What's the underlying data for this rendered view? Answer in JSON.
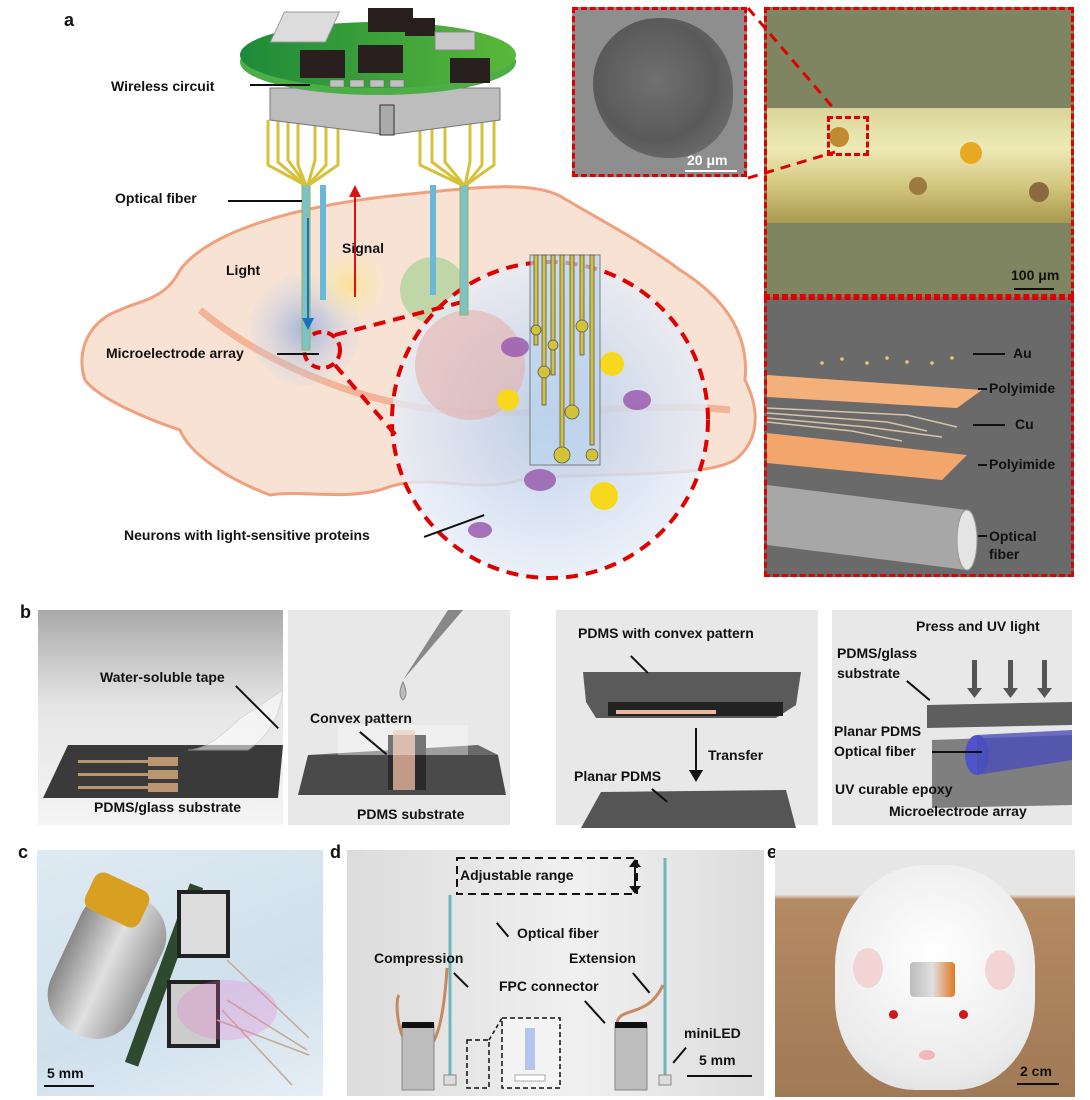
{
  "figure": {
    "panels": {
      "a": {
        "letter": "a",
        "labels": {
          "wireless_circuit": "Wireless circuit",
          "optical_fiber": "Optical fiber",
          "light": "Light",
          "signal": "Signal",
          "microelectrode_array": "Microelectrode array",
          "neurons": "Neurons with light-sensitive proteins"
        },
        "sem_inset": {
          "scale": "20 μm"
        },
        "micrograph": {
          "scale": "100 μm"
        },
        "layers": [
          "Au",
          "Polyimide",
          "Cu",
          "Polyimide",
          "Optical fiber"
        ]
      },
      "b": {
        "letter": "b",
        "steps": [
          {
            "labels": [
              "Water-soluble tape",
              "PDMS/glass substrate"
            ]
          },
          {
            "labels": [
              "Convex pattern",
              "PDMS substrate"
            ]
          },
          {
            "labels": [
              "PDMS with convex pattern",
              "Transfer",
              "Planar PDMS"
            ]
          },
          {
            "labels": [
              "Press and UV light",
              "PDMS/glass substrate",
              "Planar PDMS",
              "Optical fiber",
              "UV curable epoxy",
              "Microelectrode array"
            ]
          }
        ]
      },
      "c": {
        "letter": "c",
        "scale": "5 mm"
      },
      "d": {
        "letter": "d",
        "labels": {
          "adjustable_range": "Adjustable range",
          "optical_fiber": "Optical fiber",
          "compression": "Compression",
          "extension": "Extension",
          "fpc_connector": "FPC connector",
          "miniled": "miniLED"
        },
        "scale": "5 mm"
      },
      "e": {
        "letter": "e",
        "scale": "2 cm"
      }
    },
    "colors": {
      "highlight_red": "#e00000",
      "light_arrow": "#1a6fc0",
      "signal_arrow": "#e01010",
      "pcb_green": "#3aa63a",
      "brain_fill": "#f8e2d4",
      "brain_stroke": "#f0a07c",
      "electrode_gold": "#d4c23a"
    }
  }
}
